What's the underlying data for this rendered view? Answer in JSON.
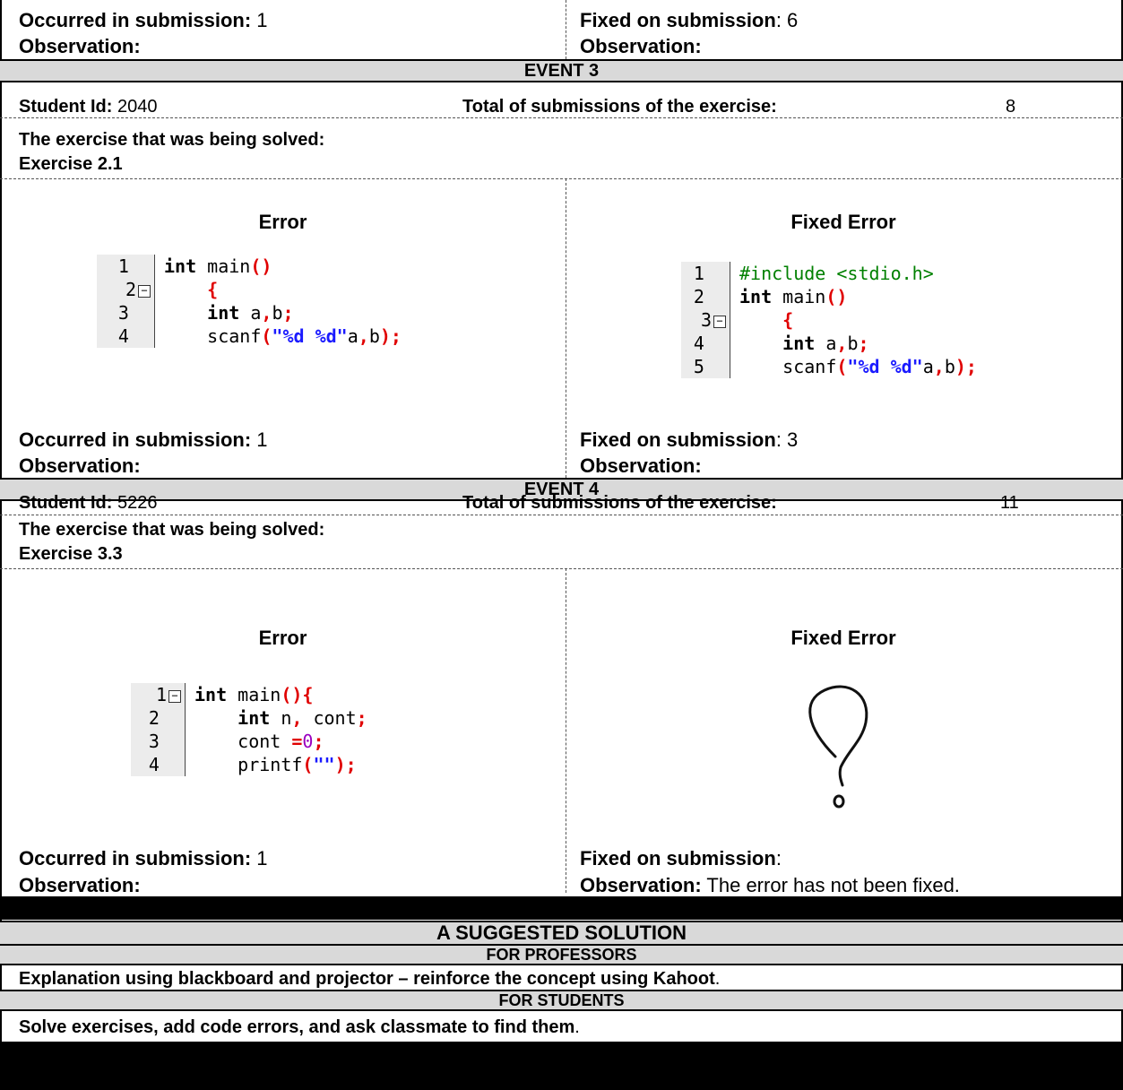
{
  "events": {
    "top_partial": {
      "occurred_label": "Occurred in submission:",
      "occurred_value": "1",
      "fixed_label": "Fixed on submission",
      "fixed_value": ": 6",
      "observation_label": "Observation:"
    },
    "event3": {
      "title": "EVENT 3",
      "student_label": "Student Id:",
      "student_value": "2040",
      "total_label": "Total of submissions of the exercise:",
      "total_value": "8",
      "exercise_label": "The exercise that was being solved:",
      "exercise_value": "Exercise 2.1",
      "error_heading": "Error",
      "fixed_heading": "Fixed Error",
      "occurred_label": "Occurred in submission:",
      "occurred_value": "1",
      "fixed_label": "Fixed on submission",
      "fixed_value": ": 3",
      "observation_label": "Observation:",
      "error_code": {
        "line_numbers": [
          "1",
          "2",
          "3",
          "4"
        ],
        "lines": [
          "int main()",
          "{",
          "int a,b;",
          "scanf(\"%d %d\"a,b);"
        ]
      },
      "fixed_code": {
        "line_numbers": [
          "1",
          "2",
          "3",
          "4",
          "5"
        ],
        "lines": [
          "#include <stdio.h>",
          "int main()",
          "{",
          "int a,b;",
          "scanf(\"%d %d\"a,b);"
        ]
      }
    },
    "event4": {
      "title": "EVENT 4",
      "student_label": "Student Id:",
      "student_value": "5226",
      "total_label": "Total of submissions of the exercise:",
      "total_value": "11",
      "exercise_label": "The exercise that was being solved:",
      "exercise_value": "Exercise 3.3",
      "error_heading": "Error",
      "fixed_heading": "Fixed Error",
      "occurred_label": "Occurred in submission:",
      "occurred_value": "1",
      "fixed_label": "Fixed on submission",
      "fixed_value": ":",
      "observation_label": "Observation:",
      "observation_right_value": "The error has not been fixed.",
      "error_code": {
        "line_numbers": [
          "1",
          "2",
          "3",
          "4"
        ],
        "lines": [
          "int main(){",
          "int n, cont;",
          "cont =0;",
          "printf(\"\");"
        ]
      },
      "fixed_icon": "question-mark-drawing-icon"
    }
  },
  "solution": {
    "title": "A SUGGESTED SOLUTION",
    "professors_header": "FOR PROFESSORS",
    "professors_text": "Explanation using blackboard and projector – reinforce the concept using Kahoot",
    "professors_period": ".",
    "students_header": "FOR STUDENTS",
    "students_text": "Solve exercises, add code errors, and ask classmate to find them",
    "students_period": "."
  }
}
